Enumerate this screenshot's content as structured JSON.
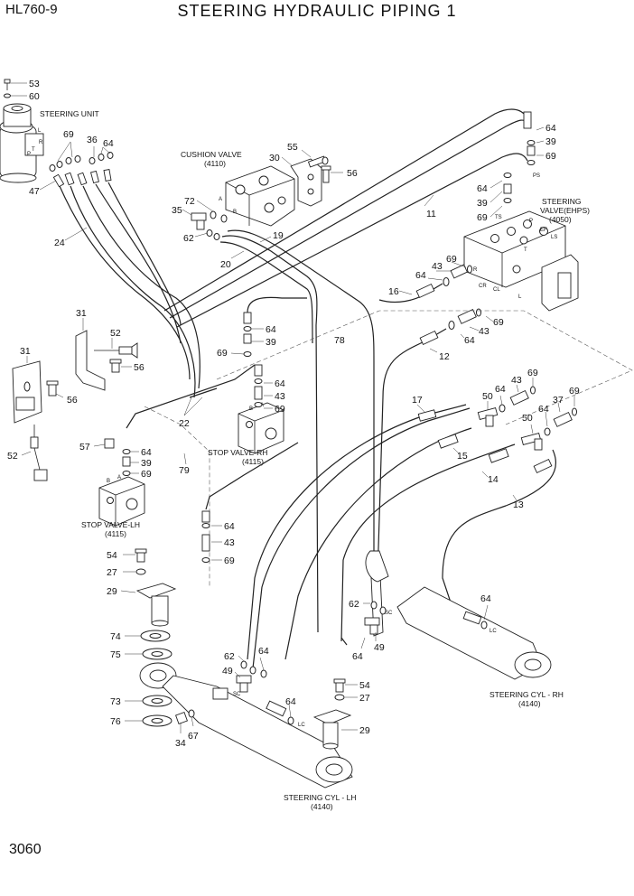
{
  "header": {
    "model": "HL760-9",
    "title": "STEERING HYDRAULIC PIPING 1"
  },
  "page_number": "3060",
  "components": {
    "steering_unit": "STEERING UNIT",
    "cushion_valve": "CUSHION VALVE",
    "cushion_valve_code": "(4110)",
    "steering_valve_1": "STEERING",
    "steering_valve_2": "VALVE(EHPS)",
    "steering_valve_code": "(4050)",
    "stop_valve_rh": "STOP VALVE-RH",
    "stop_valve_rh_code": "(4115)",
    "stop_valve_lh": "STOP VALVE-LH",
    "stop_valve_lh_code": "(4115)",
    "steering_cyl_rh": "STEERING CYL - RH",
    "steering_cyl_rh_code": "(4140)",
    "steering_cyl_lh": "STEERING CYL - LH",
    "steering_cyl_lh_code": "(4140)"
  },
  "port_labels": {
    "su_l": "L",
    "su_r": "R",
    "su_t": "T",
    "su_p": "P",
    "cv_a": "A",
    "cv_b": "B",
    "sv_ps": "PS",
    "sv_ts": "TS",
    "sv_p": "P",
    "sv_ef": "EF",
    "sv_ls": "LS",
    "sv_t": "T",
    "sv_r": "R",
    "sv_cr": "CR",
    "sv_cl": "CL",
    "sv_l": "L",
    "svr_b": "B",
    "svr_a": "A",
    "svl_b": "B",
    "svl_a": "A",
    "sc_rh": "SC",
    "lc_rh": "LC",
    "sc_lh": "SC",
    "lc_lh": "LC"
  },
  "callouts": {
    "c53": "53",
    "c60": "60",
    "c69a": "69",
    "c36": "36",
    "c64a": "64",
    "c47": "47",
    "c24": "24",
    "c55": "55",
    "c30": "30",
    "c56a": "56",
    "c72": "72",
    "c35": "35",
    "c62a": "62",
    "c19": "19",
    "c20": "20",
    "c64b": "64",
    "c39a": "39",
    "c69b": "69",
    "c64c": "64",
    "c39b": "39",
    "c69c": "69",
    "c11": "11",
    "c69d": "69",
    "c64d": "64",
    "c43a": "43",
    "c16": "16",
    "c31a": "31",
    "c52a": "52",
    "c56b": "56",
    "c64e": "64",
    "c39c": "39",
    "c69e": "69",
    "c78": "78",
    "c12": "12",
    "c64f": "64",
    "c43b": "43",
    "c69f": "69",
    "c31b": "31",
    "c56c": "56",
    "c52b": "52",
    "c64g": "64",
    "c43c": "43",
    "c69g": "69",
    "c22": "22",
    "c17": "17",
    "c50a": "50",
    "c64h": "64",
    "c43d": "43",
    "c69h": "69",
    "c57": "57",
    "c64i": "64",
    "c39d": "39",
    "c69i": "69",
    "c79": "79",
    "c15": "15",
    "c50b": "50",
    "c64j": "64",
    "c37": "37",
    "c69j": "69",
    "c14": "14",
    "c13": "13",
    "c64k": "64",
    "c43e": "43",
    "c69k": "69",
    "c54a": "54",
    "c27a": "27",
    "c29a": "29",
    "c74": "74",
    "c75": "75",
    "c73": "73",
    "c76": "76",
    "c34": "34",
    "c67": "67",
    "c62b": "62",
    "c64l": "64",
    "c49a": "49",
    "c62c": "62",
    "c64m": "64",
    "c49b": "49",
    "c64n": "64",
    "c54b": "54",
    "c27b": "27",
    "c64o": "64",
    "c29b": "29"
  }
}
